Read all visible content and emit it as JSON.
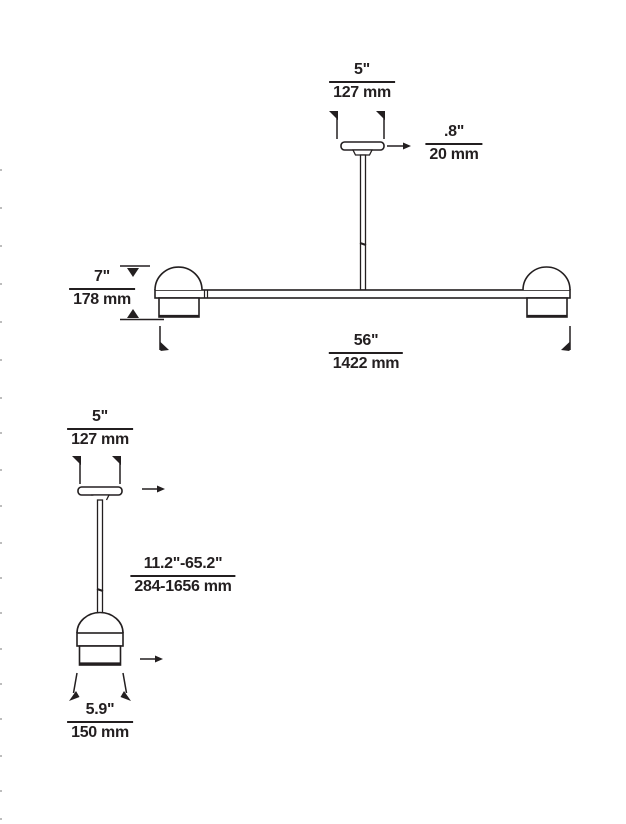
{
  "document": {
    "type": "lighting-fixture-dimension-spec-drawing",
    "background_color": "#ffffff",
    "line_color": "#231f20",
    "text_color": "#231f20"
  },
  "diagrams": {
    "linear_suspension": {
      "name": "two-head linear suspension fixture, front view",
      "dims": {
        "canopy_width": {
          "in": "5\"",
          "mm": "127 mm"
        },
        "canopy_height": {
          "in": ".8\"",
          "mm": "20 mm"
        },
        "fixture_height": {
          "in": "7\"",
          "mm": "178 mm"
        },
        "fixture_width": {
          "in": "56\"",
          "mm": "1422 mm"
        }
      }
    },
    "pendant": {
      "name": "single pendant fixture, front view",
      "dims": {
        "canopy_width": {
          "in": "5\"",
          "mm": "127 mm"
        },
        "overall_height_range": {
          "in": "11.2\"-65.2\"",
          "mm": "284-1656 mm"
        },
        "shade_width": {
          "in": "5.9\"",
          "mm": "150 mm"
        }
      }
    }
  }
}
